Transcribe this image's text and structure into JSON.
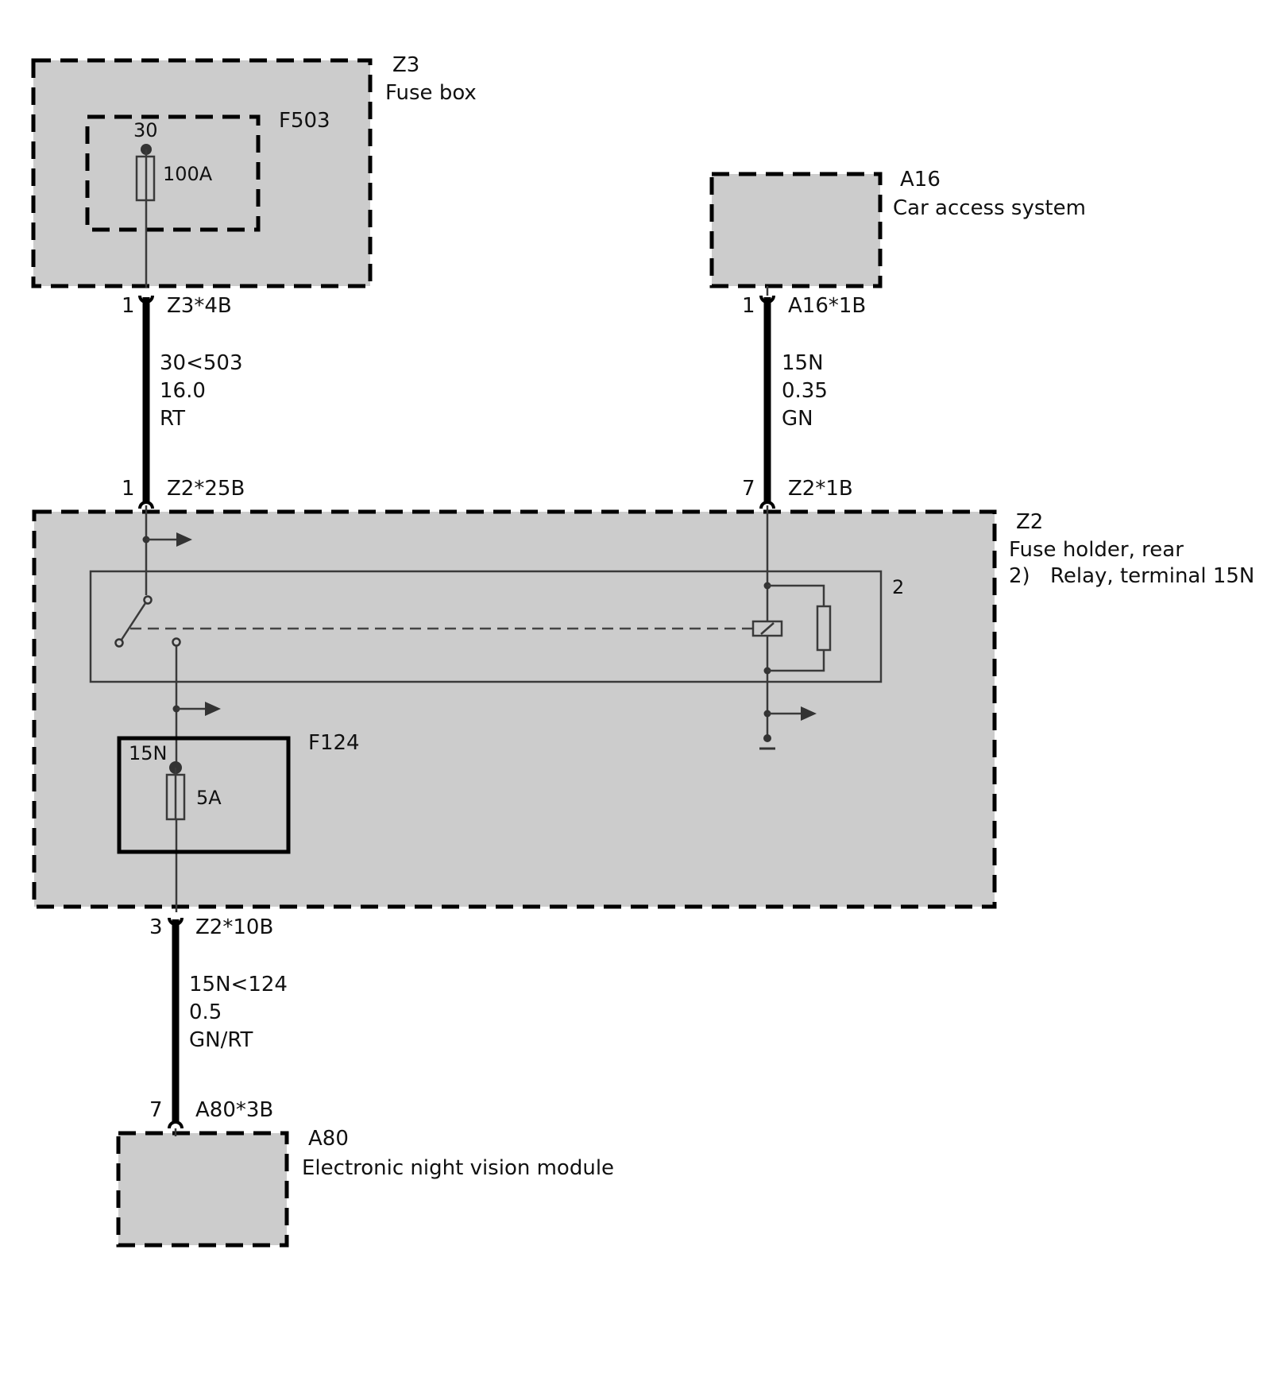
{
  "diagram": {
    "components": {
      "z3": {
        "id": "Z3",
        "name": "Fuse box"
      },
      "f503": {
        "id": "F503",
        "terminal": "30",
        "rating": "100A"
      },
      "a16": {
        "id": "A16",
        "name": "Car access system"
      },
      "z2": {
        "id": "Z2",
        "name": "Fuse holder, rear",
        "note_index": "2)",
        "note_text": "Relay, terminal 15N"
      },
      "relay": {
        "ref": "2"
      },
      "f124": {
        "id": "F124",
        "terminal": "15N",
        "rating": "5A"
      },
      "a80": {
        "id": "A80",
        "name": "Electronic night vision module"
      }
    },
    "connectors": {
      "z3_4b": {
        "pin": "1",
        "label": "Z3*4B"
      },
      "z2_25b": {
        "pin": "1",
        "label": "Z2*25B"
      },
      "a16_1b": {
        "pin": "1",
        "label": "A16*1B"
      },
      "z2_1b": {
        "pin": "7",
        "label": "Z2*1B"
      },
      "z2_10b": {
        "pin": "3",
        "label": "Z2*10B"
      },
      "a80_3b": {
        "pin": "7",
        "label": "A80*3B"
      }
    },
    "wires": {
      "w1": {
        "signal": "30<503",
        "cross_section": "16.0",
        "color": "RT"
      },
      "w2": {
        "signal": "15N",
        "cross_section": "0.35",
        "color": "GN"
      },
      "w3": {
        "signal": "15N<124",
        "cross_section": "0.5",
        "color": "GN/RT"
      }
    },
    "colors": {
      "component_fill": "#cccccc",
      "outline": "#000000",
      "line": "#3a3a3a"
    }
  }
}
